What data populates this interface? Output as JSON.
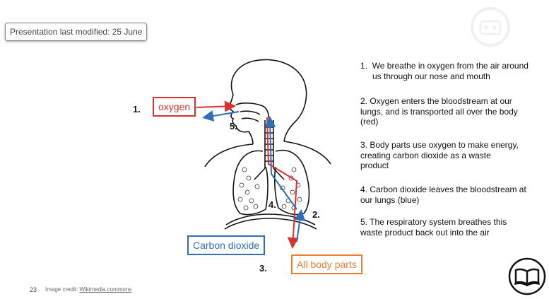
{
  "modified_label": "Presentation last modified: 25 June",
  "labels": {
    "n1": "1.",
    "n2": "2.",
    "n3": "3.",
    "n4": "4.",
    "n5": "5."
  },
  "boxes": {
    "oxygen": "oxygen",
    "carbon_dioxide": "Carbon dioxide",
    "all_body_parts": "All body parts"
  },
  "steps": [
    {
      "num": "1.",
      "text": "We breathe in oxygen from the air around",
      "text2": "us through our nose and mouth"
    },
    {
      "text": "2. Oxygen enters the bloodstream at our",
      "text2": "lungs, and is transported all over the body",
      "text3": "(red)"
    },
    {
      "text": "3. Body parts use oxygen to make energy,",
      "text2": "creating carbon dioxide as a waste",
      "text3": "product"
    },
    {
      "text": "4. Carbon dioxide leaves the bloodstream at",
      "text2": "our lungs (blue)"
    },
    {
      "text": "5. The respiratory system breathes this",
      "text2": "waste product back out into the air"
    }
  ],
  "footer": {
    "slide_number": "23",
    "credit_prefix": "Image credit: ",
    "credit_link": "Wikimedia commons"
  },
  "colors": {
    "red": "#d9312f",
    "blue": "#2f6db5",
    "orange": "#ee7d2f"
  },
  "icons": {
    "watermark": "logo-watermark-icon",
    "book": "book-icon"
  }
}
